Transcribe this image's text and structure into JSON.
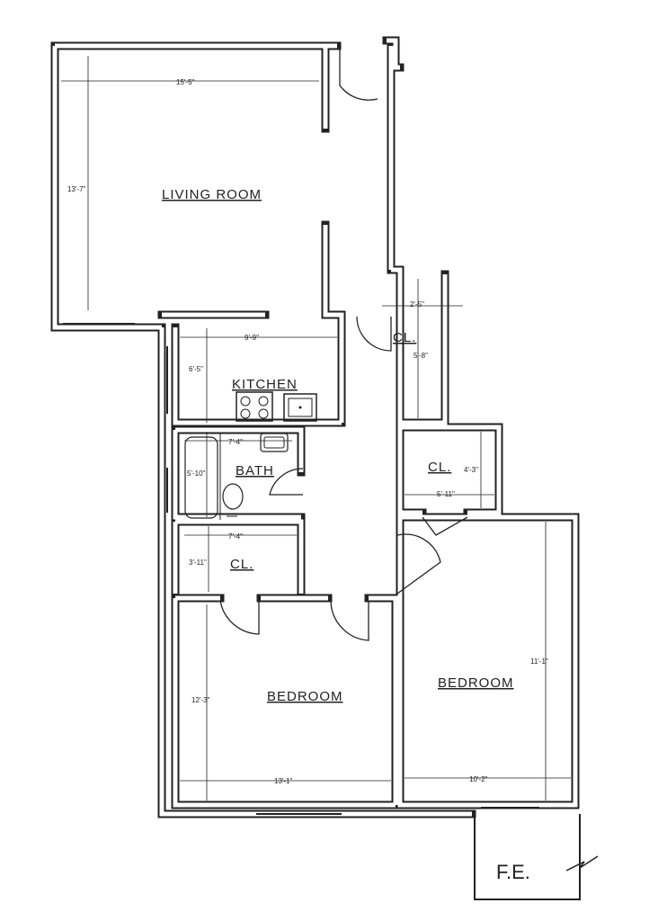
{
  "rooms": {
    "living_room": {
      "label": "LIVING ROOM",
      "width": "15'-5\"",
      "depth": "13'-7\""
    },
    "kitchen": {
      "label": "KITCHEN",
      "width": "9'-9\"",
      "depth": "6'-5\""
    },
    "bath": {
      "label": "BATH",
      "width": "7'-4\"",
      "depth": "5'-10\""
    },
    "closet_hall": {
      "label": "CL.",
      "width": "2'-5\"",
      "depth": "5'-8\""
    },
    "closet_mid": {
      "label": "CL.",
      "width": "5'-11\"",
      "depth": "4'-3\""
    },
    "closet_bath": {
      "label": "CL.",
      "width": "7'-4\"",
      "depth": "3'-11\""
    },
    "bedroom_1": {
      "label": "BEDROOM",
      "width": "13'-1\"",
      "depth": "12'-3\""
    },
    "bedroom_2": {
      "label": "BEDROOM",
      "width": "10'-2\"",
      "depth": "11'-1\""
    }
  },
  "fire_escape": {
    "label": "F.E."
  },
  "colors": {
    "line": "#222222",
    "background": "#ffffff"
  }
}
